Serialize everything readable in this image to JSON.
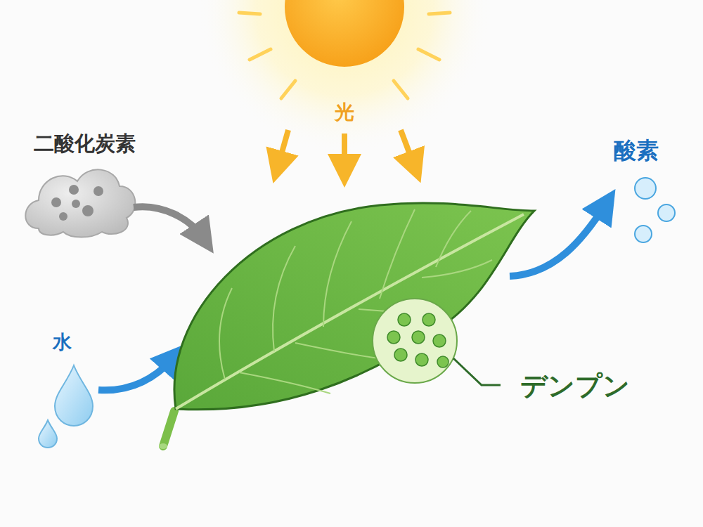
{
  "diagram": {
    "labels": [
      "光",
      "二酸化炭素",
      "酸素",
      "水",
      "デンプン"
    ]
  }
}
